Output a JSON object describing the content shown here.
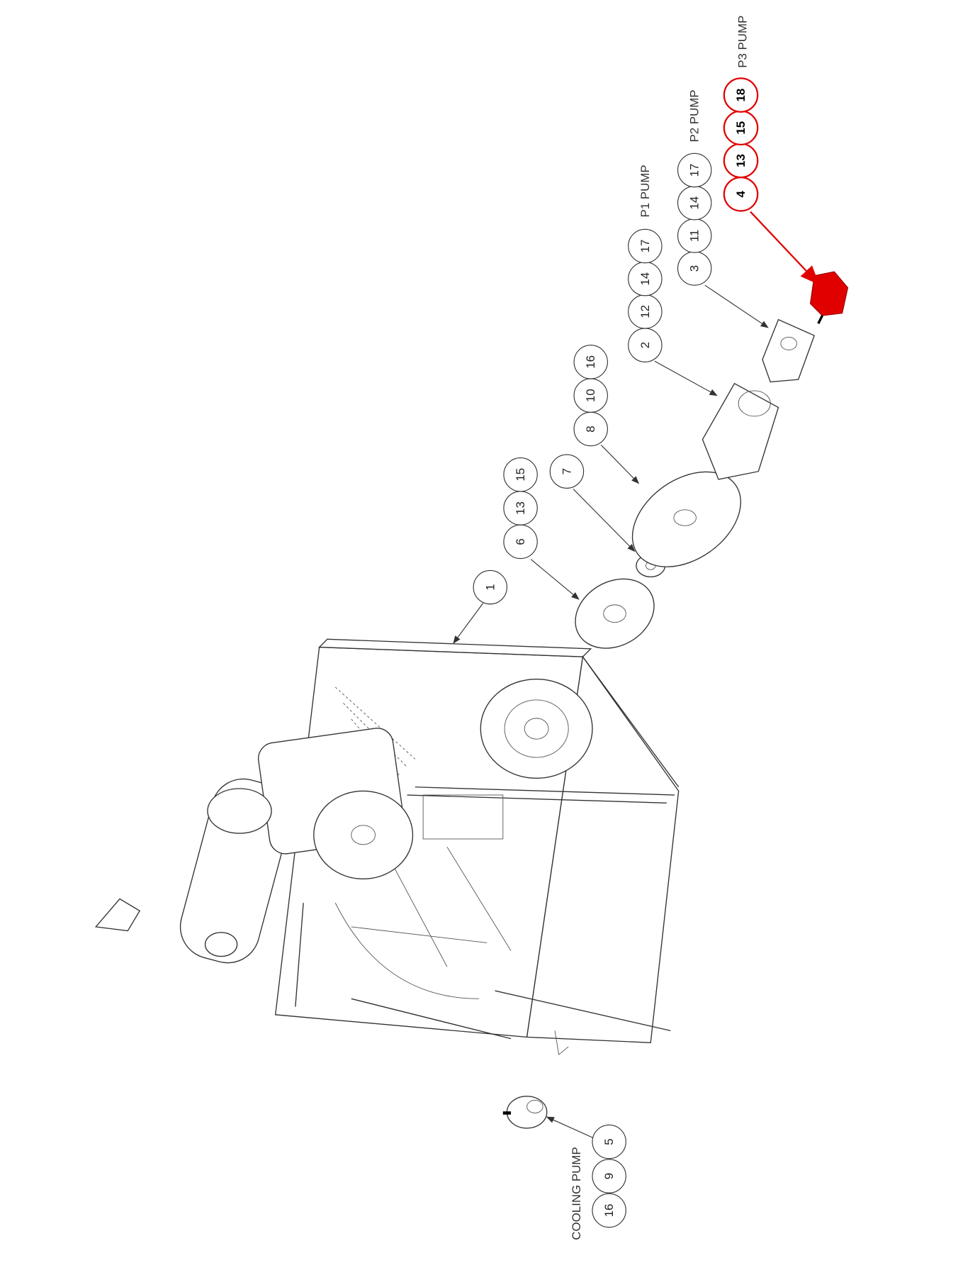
{
  "groups": {
    "p3_pump": {
      "label": "P3 PUMP",
      "items": [
        "4",
        "13",
        "15",
        "18"
      ],
      "color": "#e00000"
    },
    "p2_pump": {
      "label": "P2 PUMP",
      "items": [
        "3",
        "11",
        "14",
        "17"
      ]
    },
    "p1_pump": {
      "label": "P1 PUMP",
      "items": [
        "2",
        "12",
        "14",
        "17"
      ]
    },
    "coupling_plate": {
      "items": [
        "8",
        "10",
        "16"
      ]
    },
    "coupling": {
      "items": [
        "7"
      ]
    },
    "adapter": {
      "items": [
        "6",
        "13",
        "15"
      ]
    },
    "power_unit": {
      "items": [
        "1"
      ]
    },
    "cooling_pump": {
      "label": "COOLING PUMP",
      "items": [
        "5",
        "9",
        "16"
      ]
    }
  },
  "highlight_color": "#e00000"
}
